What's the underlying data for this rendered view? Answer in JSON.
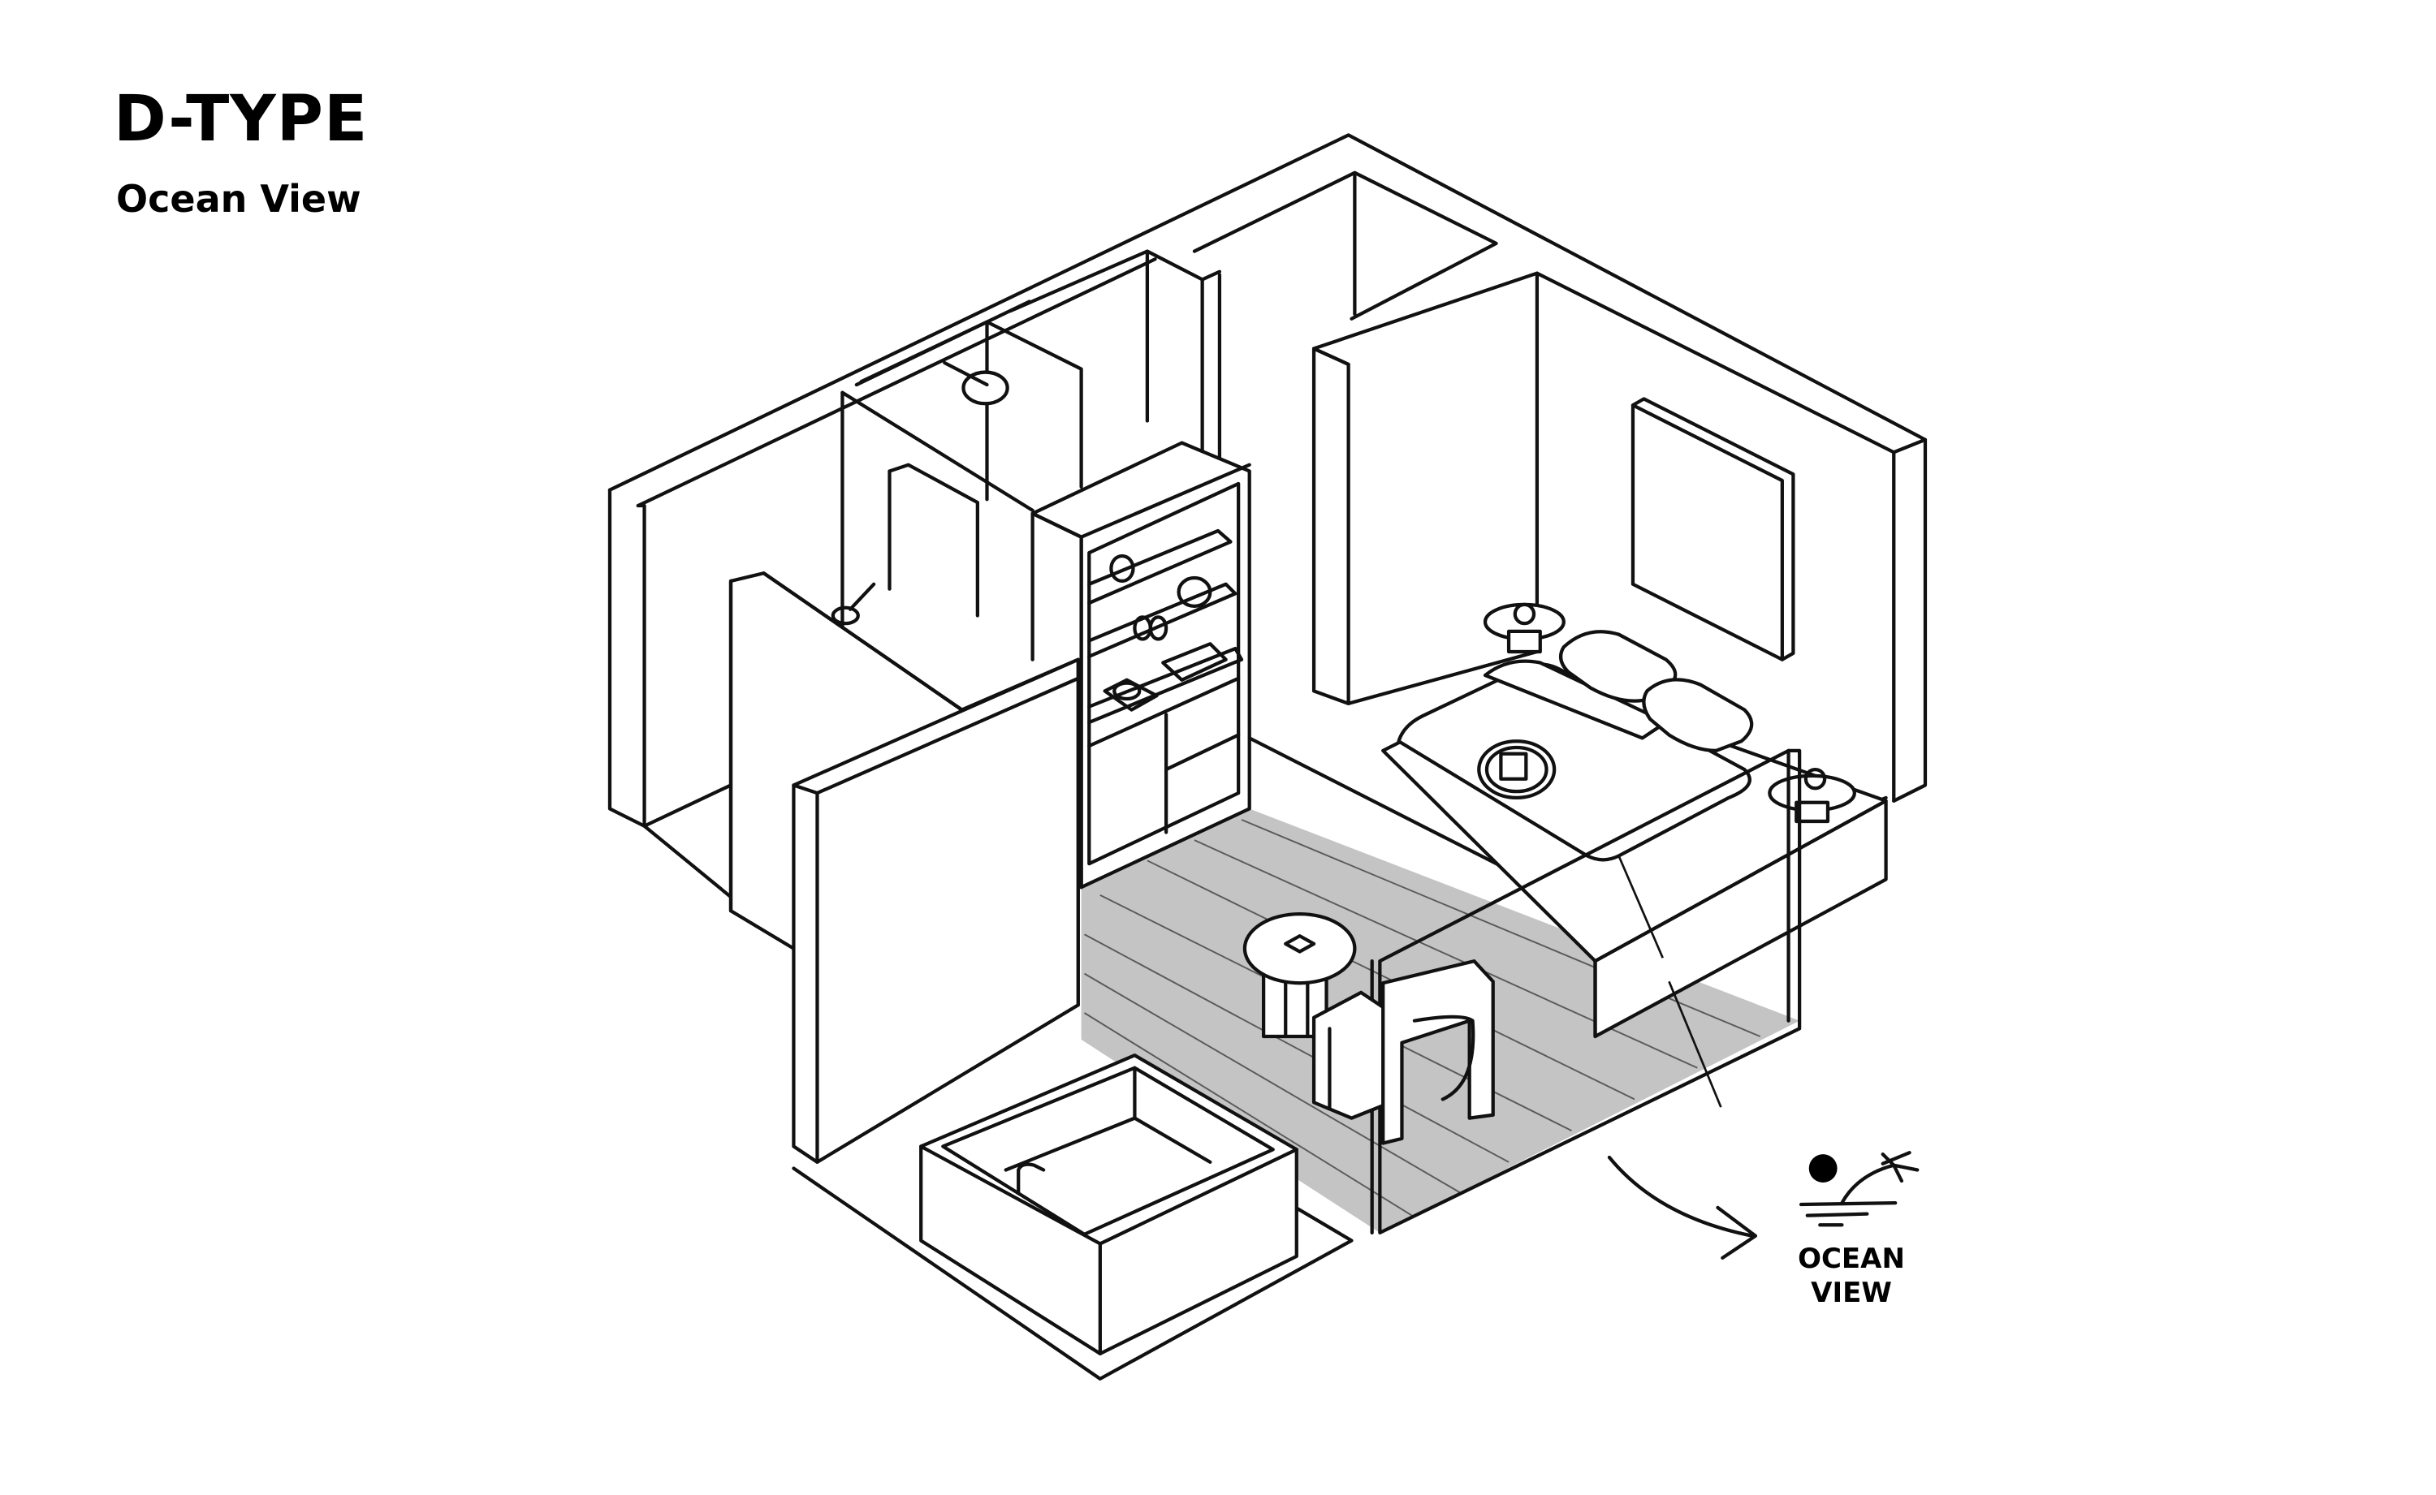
{
  "header": {
    "title": "D-TYPE",
    "subtitle": "Ocean View"
  },
  "drawing": {
    "type": "isometric room floor plan",
    "elements": [
      "bathroom",
      "shower",
      "sink",
      "wardrobe-shelving",
      "bed",
      "nightstands",
      "wall-art",
      "side-table",
      "armchair",
      "bathtub",
      "glass-partition",
      "wood-floor"
    ],
    "colors": {
      "line": "#111111",
      "floor": "#c4c4c4",
      "plank": "#5a5a5a",
      "background": "#ffffff"
    }
  },
  "ocean_view_badge": {
    "icon": "sun-palm-ocean-icon",
    "arrow_icon": "curved-arrow-icon",
    "line1": "OCEAN",
    "line2": "VIEW"
  }
}
